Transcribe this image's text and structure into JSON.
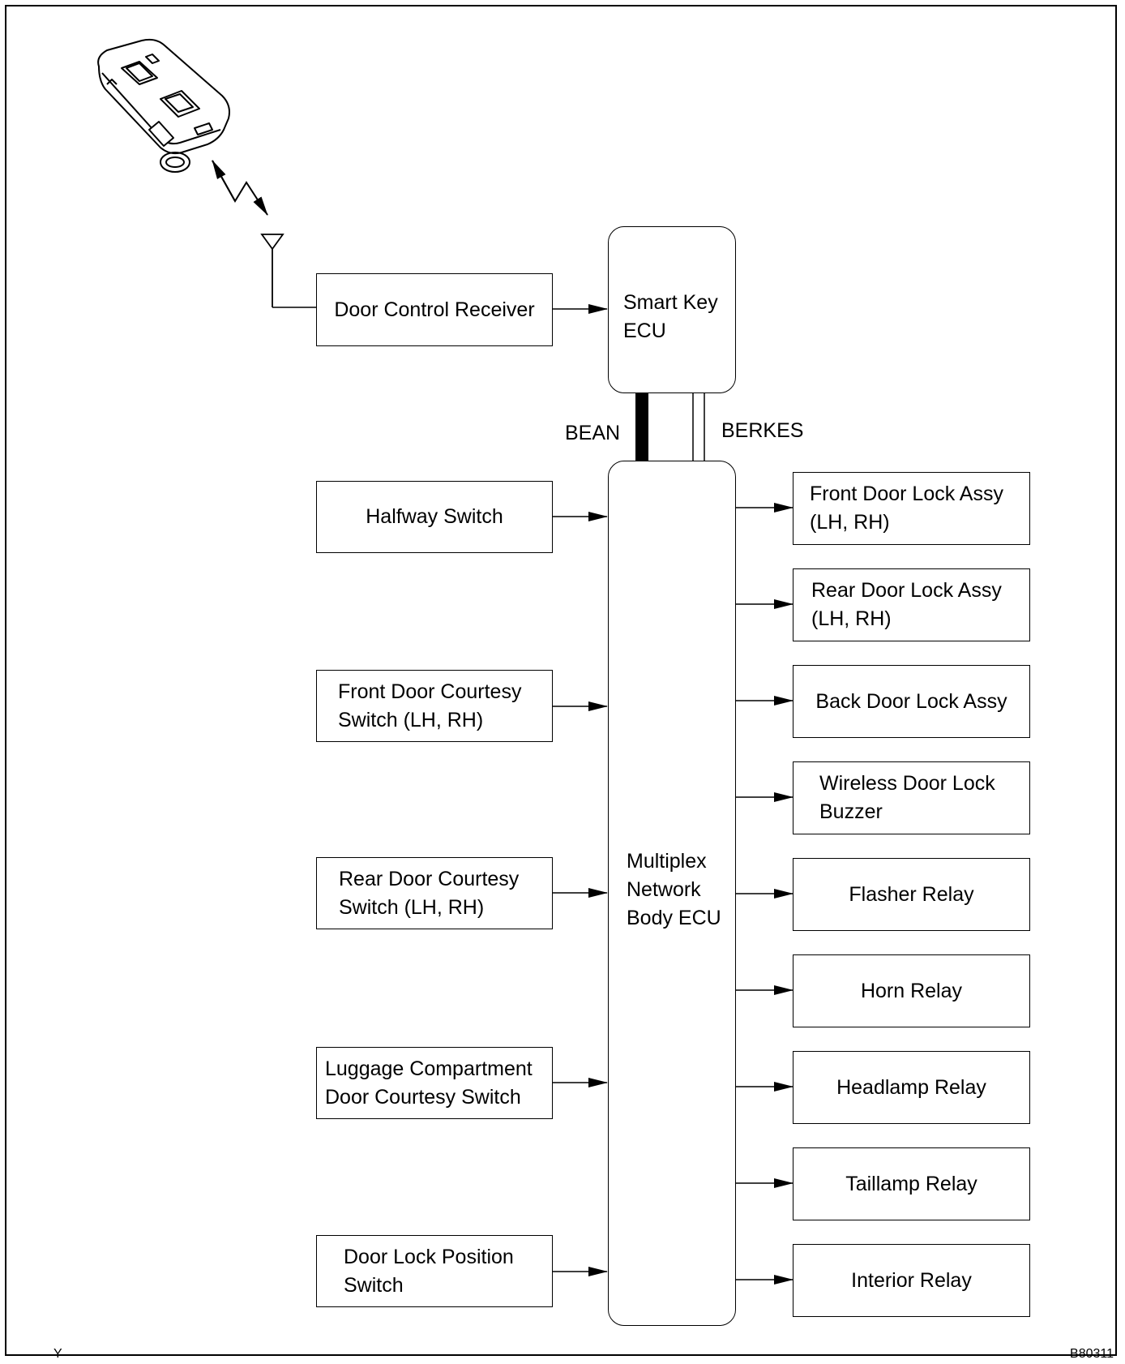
{
  "smart_key_ecu": {
    "label": "Smart Key\nECU"
  },
  "body_ecu": {
    "label": "Multiplex\nNetwork\nBody ECU"
  },
  "bus": {
    "bean": "BEAN",
    "berkes": "BERKES"
  },
  "receiver": {
    "label": "Door Control Receiver"
  },
  "inputs": [
    {
      "label": "Halfway Switch"
    },
    {
      "label": "Front Door Courtesy\nSwitch (LH, RH)"
    },
    {
      "label": "Rear Door Courtesy\nSwitch (LH, RH)"
    },
    {
      "label": "Luggage Compartment\nDoor Courtesy Switch"
    },
    {
      "label": "Door Lock Position\nSwitch"
    }
  ],
  "outputs": [
    {
      "label": "Front Door Lock Assy\n(LH, RH)"
    },
    {
      "label": "Rear Door Lock Assy\n(LH, RH)"
    },
    {
      "label": "Back Door Lock Assy"
    },
    {
      "label": "Wireless Door Lock\nBuzzer"
    },
    {
      "label": "Flasher Relay"
    },
    {
      "label": "Horn Relay"
    },
    {
      "label": "Headlamp Relay"
    },
    {
      "label": "Taillamp Relay"
    },
    {
      "label": "Interior Relay"
    }
  ],
  "corner": {
    "left_mark": "Y",
    "figure_code": "B80311"
  },
  "icons": {
    "key_fob": "key-fob-icon",
    "antenna": "antenna-icon",
    "radio_signal": "radio-signal-icon"
  }
}
